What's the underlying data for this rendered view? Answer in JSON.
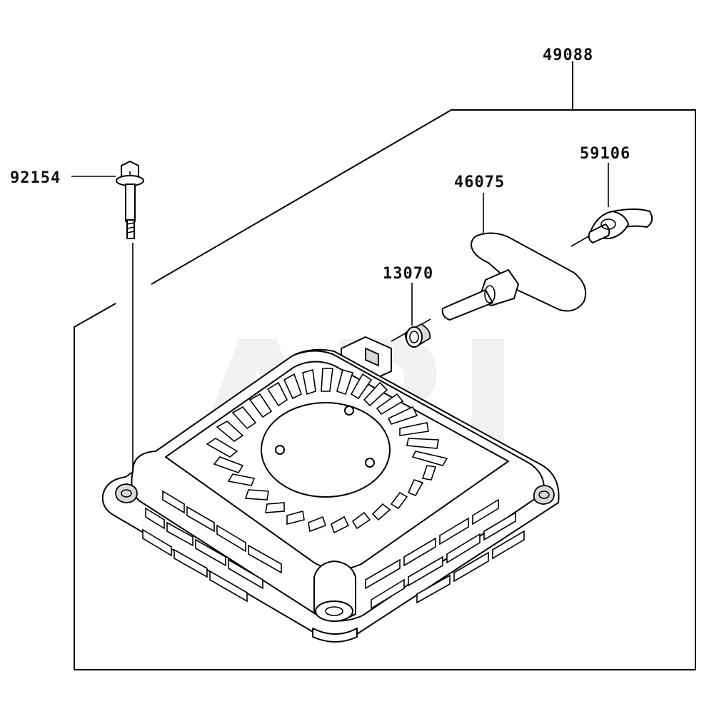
{
  "parts": {
    "assembly": "49088",
    "bolt": "92154",
    "handle": "46075",
    "rope_stopper": "59106",
    "guide": "13070"
  },
  "watermark": "ARI",
  "colors": {
    "line": "#000000",
    "fill": "#ffffff",
    "shade": "#d9d9d9"
  }
}
